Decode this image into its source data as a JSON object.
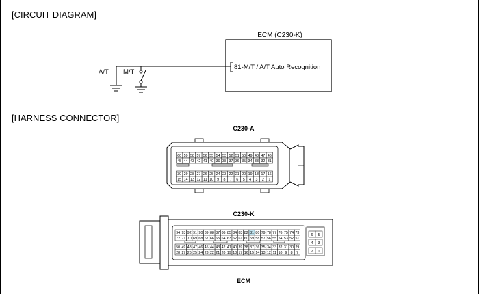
{
  "sections": {
    "circuit_title": "[CIRCUIT DIAGRAM]",
    "harness_title": "[HARNESS CONNECTOR]"
  },
  "circuit": {
    "ecm_box_label": "ECM (C230-K)",
    "pin_label": "81-M/T / A/T Auto Recognition",
    "at_label": "A/T",
    "mt_label": "M/T"
  },
  "connector_a": {
    "name": "C230-A",
    "rows": [
      [
        "60",
        "59",
        "58",
        "57",
        "56",
        "55",
        "54",
        "53",
        "52",
        "51",
        "50",
        "49",
        "48",
        "47",
        "46"
      ],
      [
        "45",
        "44",
        "43",
        "42",
        "41",
        "40",
        "39",
        "38",
        "37",
        "36",
        "35",
        "34",
        "33",
        "32",
        "31"
      ],
      [
        "30",
        "29",
        "28",
        "27",
        "26",
        "25",
        "24",
        "23",
        "22",
        "21",
        "20",
        "19",
        "18",
        "17",
        "16"
      ],
      [
        "15",
        "14",
        "13",
        "12",
        "11",
        "10",
        "9",
        "8",
        "7",
        "6",
        "5",
        "4",
        "3",
        "2",
        "1"
      ]
    ]
  },
  "connector_k": {
    "name": "C230-K",
    "highlight_pin": "81",
    "rows": [
      [
        "94",
        "93",
        "92",
        "91",
        "90",
        "89",
        "88",
        "87",
        "86",
        "85",
        "84",
        "83",
        "82",
        "81",
        "80",
        "79",
        "78",
        "77",
        "76",
        "75",
        "74",
        "73"
      ],
      [
        "72",
        "71",
        "70",
        "69",
        "68",
        "67",
        "66",
        "65",
        "64",
        "63",
        "62",
        "61",
        "60",
        "59",
        "58",
        "57",
        "56",
        "55",
        "54",
        "53",
        "52",
        "51"
      ],
      [
        "50",
        "49",
        "48",
        "47",
        "46",
        "45",
        "44",
        "43",
        "42",
        "41",
        "40",
        "39",
        "38",
        "37",
        "36",
        "35",
        "34",
        "33",
        "32",
        "31",
        "30",
        "29"
      ],
      [
        "28",
        "27",
        "26",
        "25",
        "24",
        "23",
        "22",
        "21",
        "20",
        "19",
        "18",
        "17",
        "16",
        "15",
        "14",
        "13",
        "12",
        "11",
        "10",
        "9",
        "8",
        "7"
      ]
    ],
    "side_pins": [
      [
        "6",
        "5"
      ],
      [
        "4",
        "3"
      ],
      [
        "2",
        "1"
      ]
    ]
  },
  "ecm_label": "ECM"
}
